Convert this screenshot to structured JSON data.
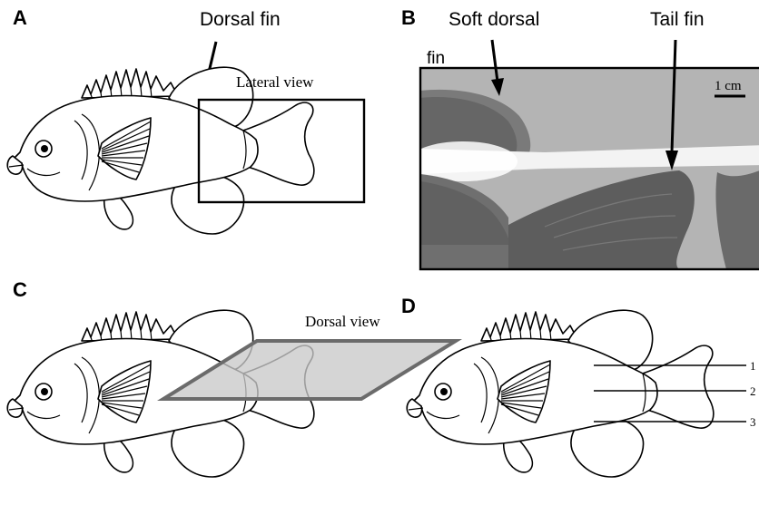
{
  "panels": {
    "A": {
      "letter": "A",
      "dorsal_fin_label": "Dorsal fin",
      "box_label": "Lateral view"
    },
    "B": {
      "letter": "B",
      "soft_dorsal_label": "Soft dorsal",
      "fin_label": "fin",
      "tail_fin_label": "Tail fin",
      "scale_label": "1 cm"
    },
    "C": {
      "letter": "C",
      "plane_label": "Dorsal view"
    },
    "D": {
      "letter": "D",
      "line_labels": [
        "1",
        "2",
        "3"
      ]
    }
  },
  "colors": {
    "plane_fill": "#c9c9c9",
    "plane_stroke": "#6b6b6b",
    "photo_background": "#b4b4b4"
  }
}
